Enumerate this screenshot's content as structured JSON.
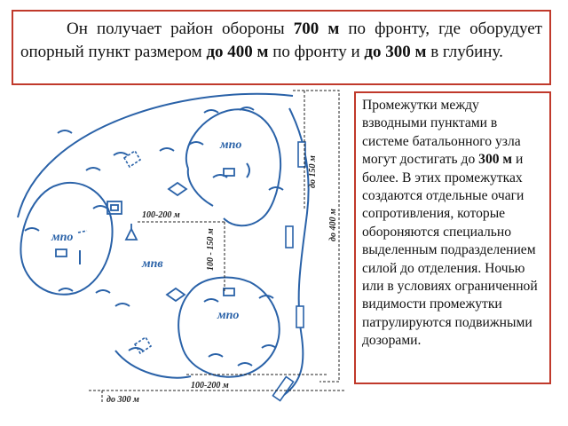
{
  "intro": {
    "p1": "Он получает район обороны ",
    "b1": "700 м",
    "p2": " по фронту, где оборудует опорный пункт размером ",
    "b2": "до 400 м",
    "p3": " по фронту и ",
    "b3": "до 300 м",
    "p4": " в глубину."
  },
  "note": {
    "p1": "Промежутки между взводными пунктами в системе батальонного узла могут достигать до ",
    "b1": "300 м",
    "p2": " и более. В этих промежутках создаются отдельные очаги сопротивления, которые обороняются специально выделенным подразделением силой до отделения. Ночью или в условиях ограниченной видимости промежутки патрулируются подвижными дозорами."
  },
  "scheme": {
    "labels": {
      "mpo_top": "мпо",
      "mpo_left": "мпо",
      "mpo_bottom": "мпо",
      "mpv": "мпв"
    },
    "dimensions": {
      "d100_200_top": "100-200 м",
      "d100_150_mid": "100 - 150 м",
      "d150": "до 150 м",
      "d400": "до 400 м",
      "d100_200_bottom": "100-200 м",
      "d300": "до 300 м"
    },
    "colors": {
      "symbols": "#2a62a8",
      "lines": "#222222",
      "frame": "#c0392b"
    }
  }
}
